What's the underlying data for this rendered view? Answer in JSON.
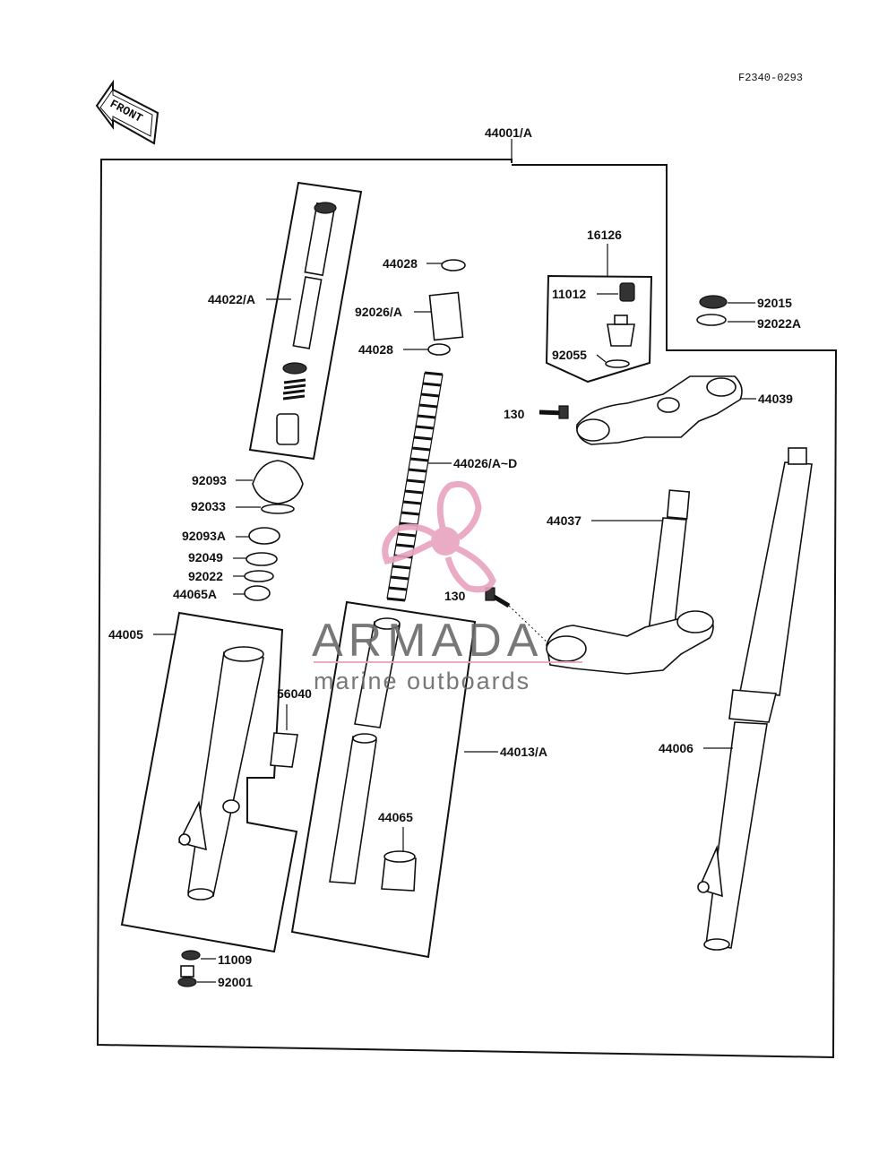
{
  "ref_code": "F2340-0293",
  "front_label": "FRONT",
  "watermark": {
    "brand": "ARMADA",
    "tagline": "marine outboards",
    "color": "#e8a3bf"
  },
  "labels": {
    "p44001A": "44001/A",
    "p16126": "16126",
    "p44028a": "44028",
    "p11012": "11012",
    "p92015": "92015",
    "p92022A_r": "92022A",
    "p44022A": "44022/A",
    "p92026A": "92026/A",
    "p44028b": "44028",
    "p92055": "92055",
    "p44039": "44039",
    "p130a": "130",
    "p44026": "44026/A~D",
    "p92093": "92093",
    "p92033": "92033",
    "p44037": "44037",
    "p92093A": "92093A",
    "p92049": "92049",
    "p92022": "92022",
    "p44065A": "44065A",
    "p130b": "130",
    "p44005": "44005",
    "p56040": "56040",
    "p44013A": "44013/A",
    "p44006": "44006",
    "p44065": "44065",
    "p11009": "11009",
    "p92001": "92001"
  }
}
